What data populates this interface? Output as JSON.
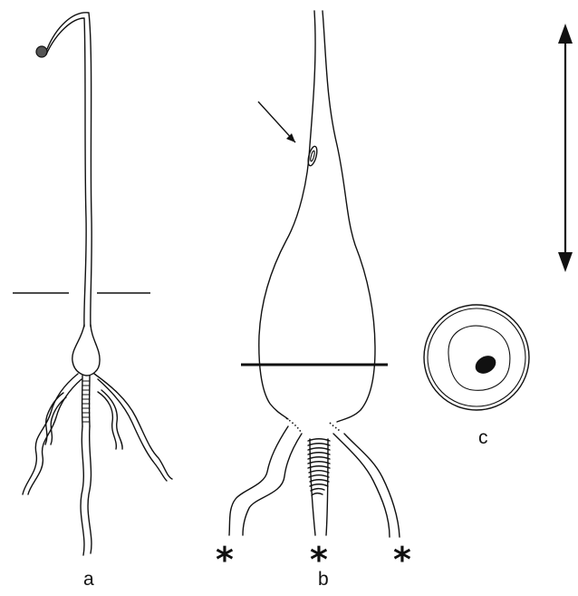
{
  "labels": {
    "a": "a",
    "b": "b",
    "c": "c"
  },
  "markers": {
    "asterisk": "*"
  },
  "colors": {
    "ink": "#111111",
    "background": "#ffffff"
  }
}
